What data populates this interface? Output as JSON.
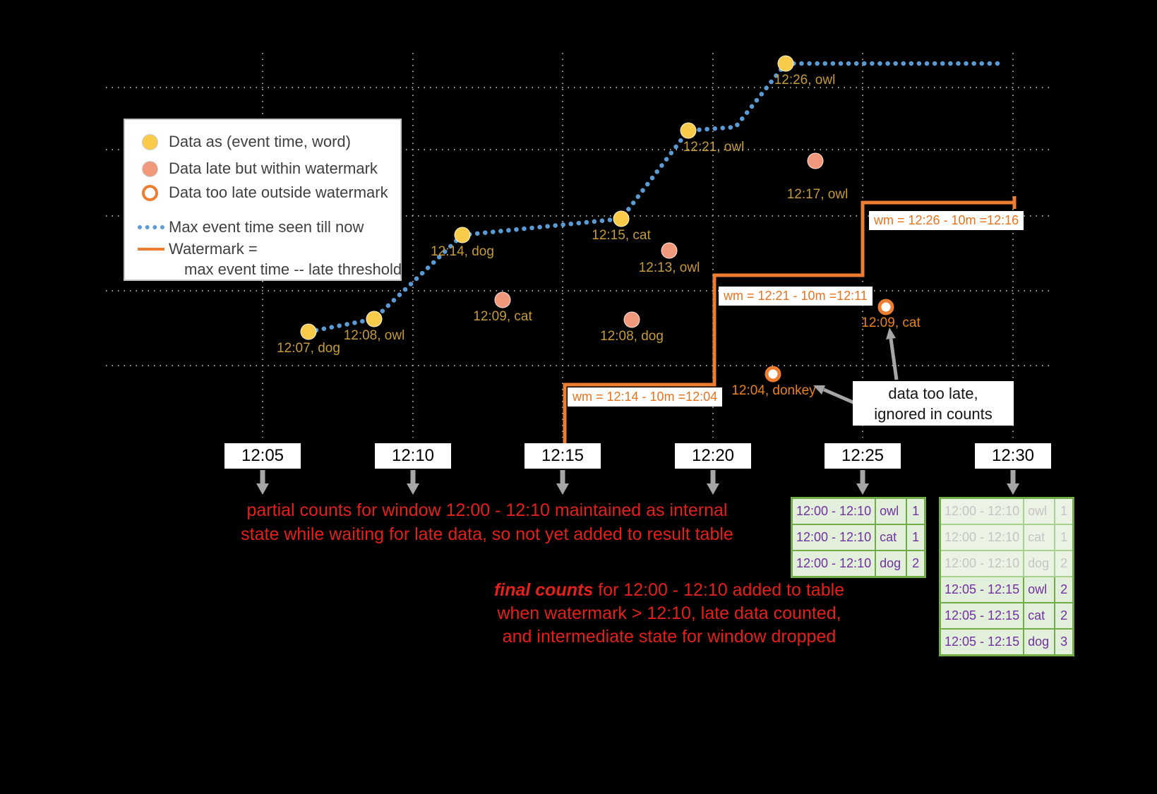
{
  "colors": {
    "background": "#000000",
    "on_time_point": "#F9CB4B",
    "late_point": "#F0987C",
    "too_late_ring": "#ED7D31",
    "max_event_time_line": "#5B9BD5",
    "watermark_line": "#ED7D31",
    "annotation_red": "#E3201B",
    "table_border_green": "#70AD47",
    "table_fill_green": "#E2EFDA",
    "table_text_purple": "#7030A0",
    "point_label_gold": "#C49B38",
    "too_late_label_orange": "#E8821F"
  },
  "legend": {
    "items": [
      "Data as (event time, word)",
      "Data late but within watermark",
      "Data too late outside watermark",
      "Max event time seen till now",
      "Watermark =",
      "max event time -- late threshold"
    ]
  },
  "axis": {
    "ticks": [
      "12:05",
      "12:10",
      "12:15",
      "12:20",
      "12:25",
      "12:30"
    ]
  },
  "points": {
    "on_time": [
      {
        "label": "12:07, dog"
      },
      {
        "label": "12:08, owl"
      },
      {
        "label": "12:14, dog"
      },
      {
        "label": "12:15, cat"
      },
      {
        "label": "12:21, owl"
      },
      {
        "label": "12:26, owl"
      }
    ],
    "late": [
      {
        "label": "12:09, cat"
      },
      {
        "label": "12:08, dog"
      },
      {
        "label": "12:13, owl"
      },
      {
        "label": "12:17, owl"
      }
    ],
    "too_late": [
      {
        "label": "12:04, donkey"
      },
      {
        "label": "12:09, cat"
      }
    ]
  },
  "watermark_labels": [
    "wm = 12:14 - 10m =12:04",
    "wm = 12:21 - 10m =12:11",
    "wm = 12:26 - 10m =12:16"
  ],
  "annotations": {
    "partial_lines": [
      "partial counts for window 12:00 - 12:10 maintained as internal",
      "state while waiting for late data, so not yet added  to result table"
    ],
    "final_emphasis": "final counts",
    "final_lines": [
      " for 12:00 - 12:10 added to table",
      "when watermark > 12:10, late data counted,",
      "and intermediate state for window dropped"
    ],
    "too_late_note_lines": [
      "data too late,",
      "ignored in counts"
    ]
  },
  "result_tables": {
    "intermediate": {
      "rows": [
        {
          "window": "12:00 - 12:10",
          "word": "owl",
          "count": "1"
        },
        {
          "window": "12:00 - 12:10",
          "word": "cat",
          "count": "1"
        },
        {
          "window": "12:00 - 12:10",
          "word": "dog",
          "count": "2"
        }
      ]
    },
    "final": {
      "dropped_rows": [
        {
          "window": "12:00 - 12:10",
          "word": "owl",
          "count": "1"
        },
        {
          "window": "12:00 - 12:10",
          "word": "cat",
          "count": "1"
        },
        {
          "window": "12:00 - 12:10",
          "word": "dog",
          "count": "2"
        }
      ],
      "rows": [
        {
          "window": "12:05 - 12:15",
          "word": "owl",
          "count": "2"
        },
        {
          "window": "12:05 - 12:15",
          "word": "cat",
          "count": "2"
        },
        {
          "window": "12:05 - 12:15",
          "word": "dog",
          "count": "3"
        }
      ]
    }
  }
}
